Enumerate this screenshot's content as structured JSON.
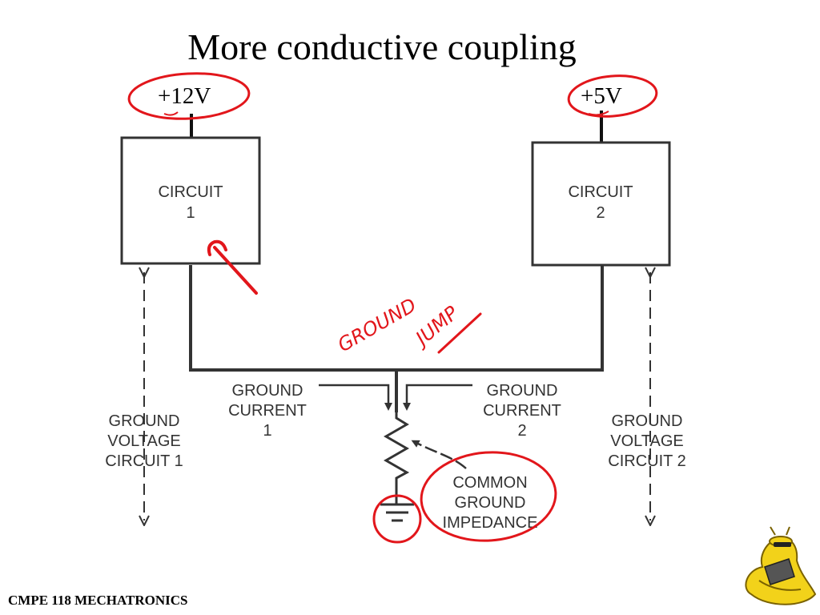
{
  "title": "More conductive coupling",
  "supply_left": "+12V",
  "supply_right": "+5V",
  "circuit1": {
    "line1": "CIRCUIT",
    "line2": "1"
  },
  "circuit2": {
    "line1": "CIRCUIT",
    "line2": "2"
  },
  "ground_current1": {
    "line1": "GROUND",
    "line2": "CURRENT",
    "line3": "1"
  },
  "ground_current2": {
    "line1": "GROUND",
    "line2": "CURRENT",
    "line3": "2"
  },
  "ground_voltage1": {
    "line1": "GROUND",
    "line2": "VOLTAGE",
    "line3": "CIRCUIT 1"
  },
  "ground_voltage2": {
    "line1": "GROUND",
    "line2": "VOLTAGE",
    "line3": "CIRCUIT 2"
  },
  "common_impedance": {
    "line1": "COMMON",
    "line2": "GROUND",
    "line3": "IMPEDANCE"
  },
  "annotation": {
    "word1": "GROUND",
    "word2": "JUMP"
  },
  "footer": "CMPE 118 MECHATRONICS",
  "colors": {
    "ink": "#222222",
    "diagram_text": "#333333",
    "annotation": "#e2161b",
    "mascot": "#f2d21a"
  },
  "icons": {
    "mascot": "banana-slug-mascot-icon",
    "ground": "ground-symbol-icon",
    "resistor": "resistor-icon"
  }
}
